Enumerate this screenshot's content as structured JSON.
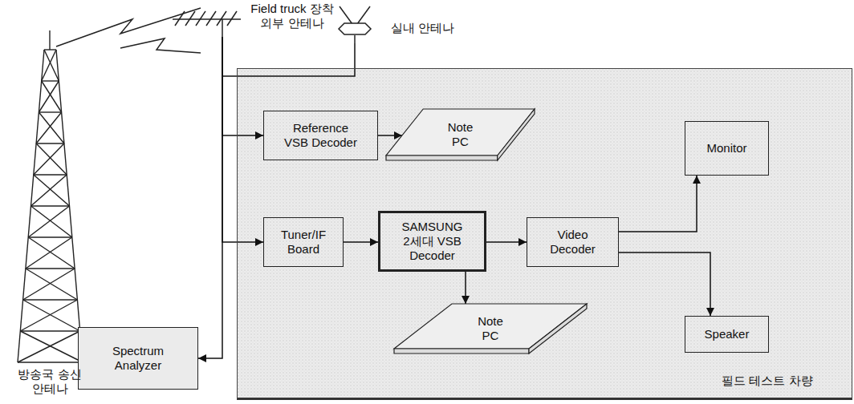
{
  "diagram": {
    "nodes": [
      {
        "text": [
          "Field truck 장착 외부 안테나"
        ]
      },
      {
        "text": [
          "실내 안테나"
        ]
      },
      {
        "text": [
          "필드 테스트 차량"
        ]
      },
      {
        "text": [
          "Reference VSB Decoder"
        ],
        "in": 2
      },
      {
        "text": [
          "Note PC"
        ],
        "in": 2
      },
      {
        "text": [
          "Tuner/IF Board"
        ],
        "in": 2
      },
      {
        "text": [
          "SAMSUNG 2세대 VSB Decoder"
        ],
        "in": 2
      },
      {
        "text": [
          "Video Decoder"
        ],
        "in": 2
      },
      {
        "text": [
          "Monitor"
        ],
        "in": 2
      },
      {
        "text": [
          "Speaker"
        ],
        "in": 2
      },
      {
        "text": [
          "Note PC"
        ],
        "in": 2
      },
      {
        "text": [
          "Spectrum Analyzer"
        ]
      }
    ],
    "edges": [
      {
        "from": 0,
        "to": 3,
        "arrow": "to"
      },
      {
        "from": 0,
        "to": 5,
        "arrow": "to"
      },
      {
        "from": 0,
        "to": 11,
        "arrow": "to"
      },
      {
        "from": 1,
        "to": 0,
        "arrow": "none"
      },
      {
        "from": 3,
        "to": 4,
        "arrow": "to"
      },
      {
        "from": 5,
        "to": 6,
        "arrow": "to"
      },
      {
        "from": 6,
        "to": 7,
        "arrow": "to"
      },
      {
        "from": 6,
        "to": 10,
        "arrow": "to"
      },
      {
        "from": 7,
        "to": 8,
        "arrow": "to"
      },
      {
        "from": 7,
        "to": 9,
        "arrow": "to"
      }
    ],
    "labels": [
      "방송국 송신 안테나"
    ]
  }
}
